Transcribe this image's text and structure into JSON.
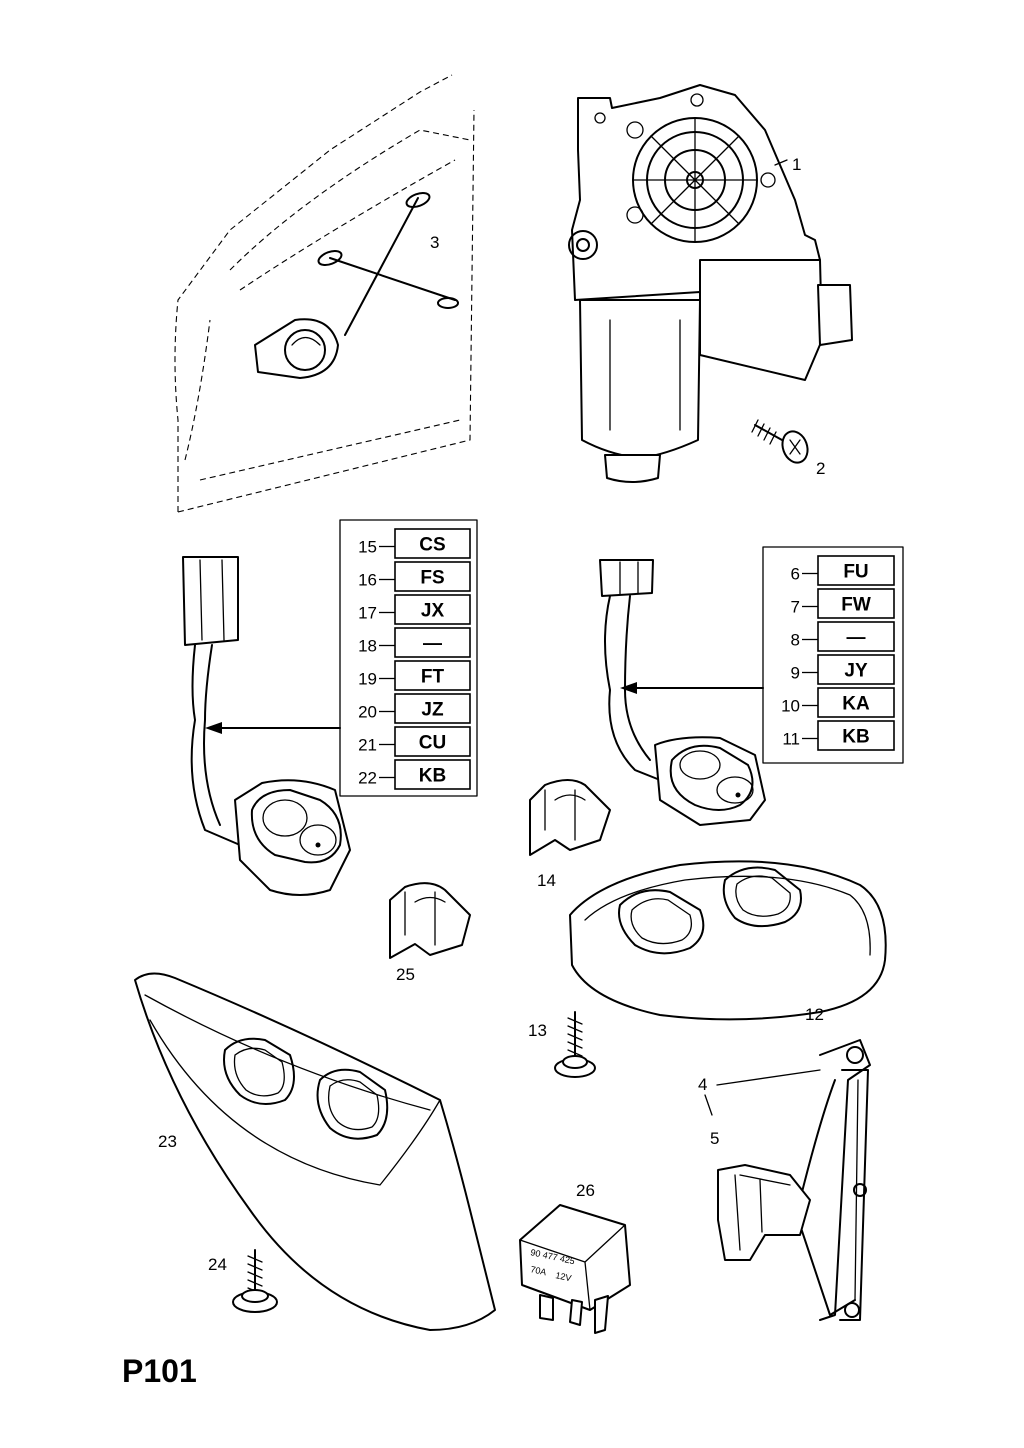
{
  "page_label": "P101",
  "callouts": {
    "c1": "1",
    "c2": "2",
    "c3": "3",
    "c4": "4",
    "c5": "5",
    "c12": "12",
    "c13": "13",
    "c14": "14",
    "c23": "23",
    "c24": "24",
    "c25": "25",
    "c26": "26"
  },
  "connector_table_left": [
    {
      "pin": "15",
      "code": "CS"
    },
    {
      "pin": "16",
      "code": "FS"
    },
    {
      "pin": "17",
      "code": "JX"
    },
    {
      "pin": "18",
      "code": "—"
    },
    {
      "pin": "19",
      "code": "FT"
    },
    {
      "pin": "20",
      "code": "JZ"
    },
    {
      "pin": "21",
      "code": "CU"
    },
    {
      "pin": "22",
      "code": "KB"
    }
  ],
  "connector_table_right": [
    {
      "pin": "6",
      "code": "FU"
    },
    {
      "pin": "7",
      "code": "FW"
    },
    {
      "pin": "8",
      "code": "—"
    },
    {
      "pin": "9",
      "code": "JY"
    },
    {
      "pin": "10",
      "code": "KA"
    },
    {
      "pin": "11",
      "code": "KB"
    }
  ],
  "relay_label": {
    "line1": "90 477 425",
    "line2": "70A",
    "line3": "12V"
  },
  "colors": {
    "ink": "#000000",
    "paper": "#ffffff"
  }
}
